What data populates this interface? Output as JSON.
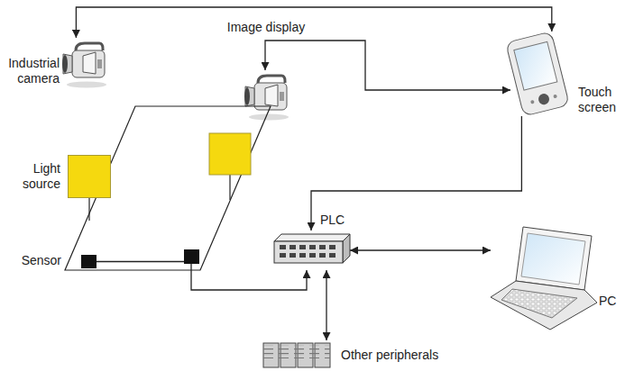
{
  "diagram": {
    "nodes": [
      {
        "text": [
          "Industrial camera"
        ]
      },
      {
        "text": [
          "Touch screen"
        ]
      },
      {
        "text": [
          "Light source"
        ]
      },
      {
        "text": [
          "Sensor"
        ]
      },
      {
        "text": [
          "PLC"
        ]
      },
      {
        "text": [
          "PC"
        ]
      },
      {
        "text": [
          "Other peripherals"
        ]
      }
    ],
    "edges": [
      {
        "from": 1,
        "to": 0,
        "arrow": "both"
      },
      {
        "from": 1,
        "to": 4,
        "arrow": "to"
      },
      {
        "from": 3,
        "to": 4,
        "arrow": "to"
      },
      {
        "from": 4,
        "to": 5,
        "arrow": "both"
      },
      {
        "from": 4,
        "to": 6,
        "arrow": "both"
      }
    ],
    "labels": [
      "Image display"
    ]
  }
}
